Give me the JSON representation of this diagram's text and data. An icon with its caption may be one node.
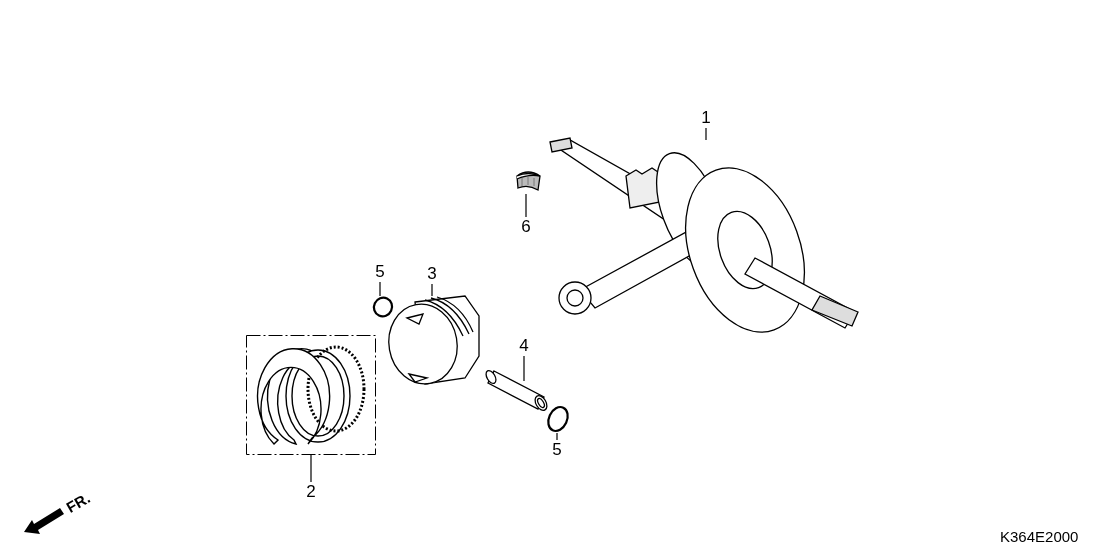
{
  "diagram": {
    "nodes": [
      {
        "text": [
          "1"
        ]
      },
      {
        "text": [],
        "shape": "picture"
      },
      {
        "text": [
          "6"
        ]
      },
      {
        "text": [],
        "shape": "picture"
      },
      {
        "text": [
          "5"
        ]
      },
      {
        "text": [],
        "shape": "circle"
      },
      {
        "text": [
          "3"
        ]
      },
      {
        "text": [],
        "shape": "picture"
      },
      {
        "text": [
          "4"
        ]
      },
      {
        "text": [],
        "shape": "picture"
      },
      {
        "text": [
          "5"
        ]
      },
      {
        "text": [],
        "shape": "circle"
      },
      {
        "text": [
          "2"
        ]
      },
      {
        "text": [],
        "shape": "box"
      },
      {
        "text": [],
        "shape": "picture",
        "in": 13
      }
    ],
    "edges": [
      {
        "from": 0,
        "to": 1,
        "arrow": "none"
      },
      {
        "from": 2,
        "to": 3,
        "arrow": "none"
      },
      {
        "from": 4,
        "to": 5,
        "arrow": "none"
      },
      {
        "from": 6,
        "to": 7,
        "arrow": "none"
      },
      {
        "from": 8,
        "to": 9,
        "arrow": "none"
      },
      {
        "from": 10,
        "to": 11,
        "arrow": "none"
      },
      {
        "from": 12,
        "to": 13,
        "arrow": "none"
      }
    ],
    "labels": [
      "FR.",
      "K364E2000"
    ]
  }
}
